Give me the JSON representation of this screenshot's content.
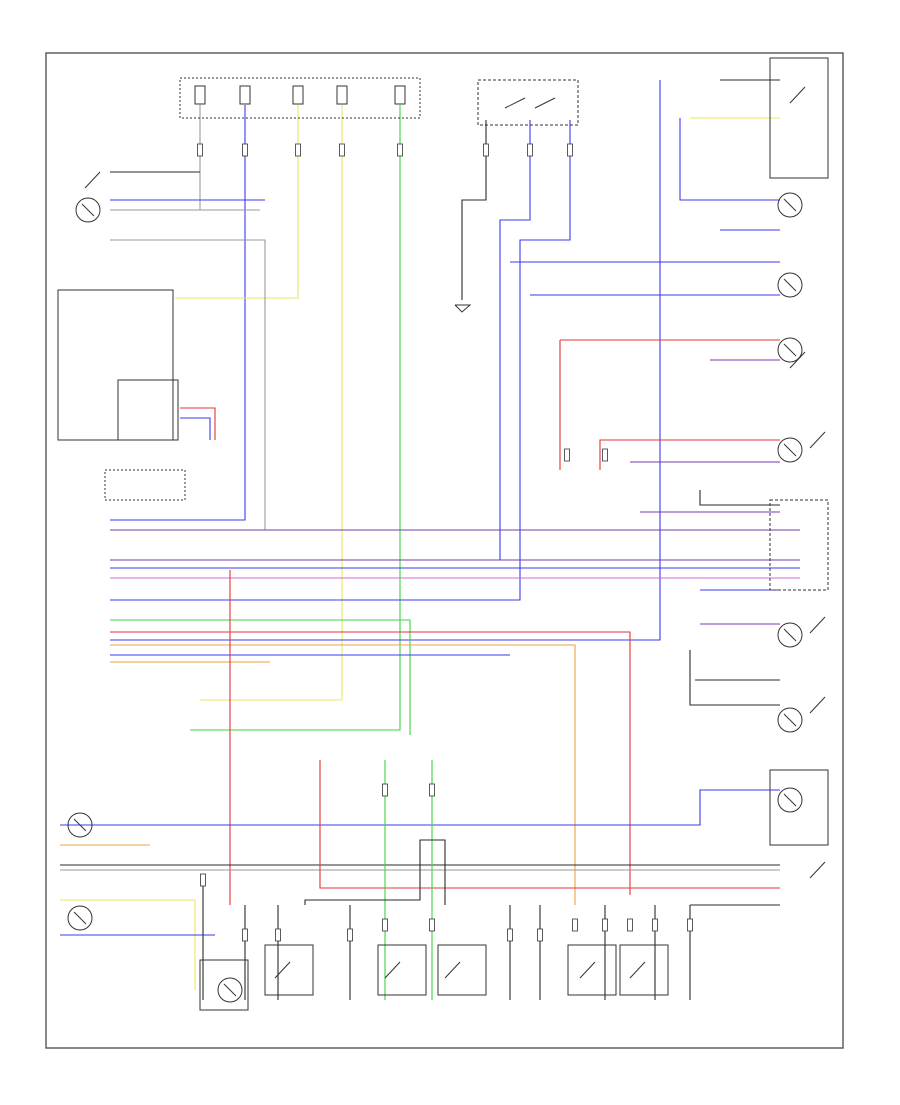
{
  "diagram": {
    "legend_colors": {
      "black": "#2b2b2b",
      "blue": "#3b3bf0",
      "red": "#e03434",
      "yellow": "#e8e860",
      "green": "#3cd43c",
      "orange": "#f0a040",
      "pink": "#d468d4",
      "purple": "#7a3aa8",
      "grey": "#9a9a9a"
    },
    "components": [
      {
        "id": "fuse-a",
        "label": ""
      },
      {
        "id": "fuse-b",
        "label": ""
      },
      {
        "id": "fuse-c",
        "label": ""
      },
      {
        "id": "fuse-d",
        "label": ""
      },
      {
        "id": "fuse-e",
        "label": ""
      },
      {
        "id": "combination-switch",
        "label": ""
      },
      {
        "id": "left-front-door-switch",
        "label": ""
      },
      {
        "id": "left-front-door-light",
        "label": ""
      },
      {
        "id": "right-front-door-light",
        "label": ""
      },
      {
        "id": "trunk-room-light",
        "label": ""
      },
      {
        "id": "luggage-room-light",
        "label": ""
      },
      {
        "id": "left-vanity-mirror-light",
        "label": ""
      },
      {
        "id": "right-vanity-mirror-light",
        "label": ""
      },
      {
        "id": "map-light",
        "label": ""
      },
      {
        "id": "rear-light",
        "label": ""
      },
      {
        "id": "right-footwell-light",
        "label": ""
      },
      {
        "id": "left-footwell-light",
        "label": ""
      },
      {
        "id": "combination-meter",
        "label": ""
      },
      {
        "id": "ground",
        "label": ""
      }
    ]
  }
}
